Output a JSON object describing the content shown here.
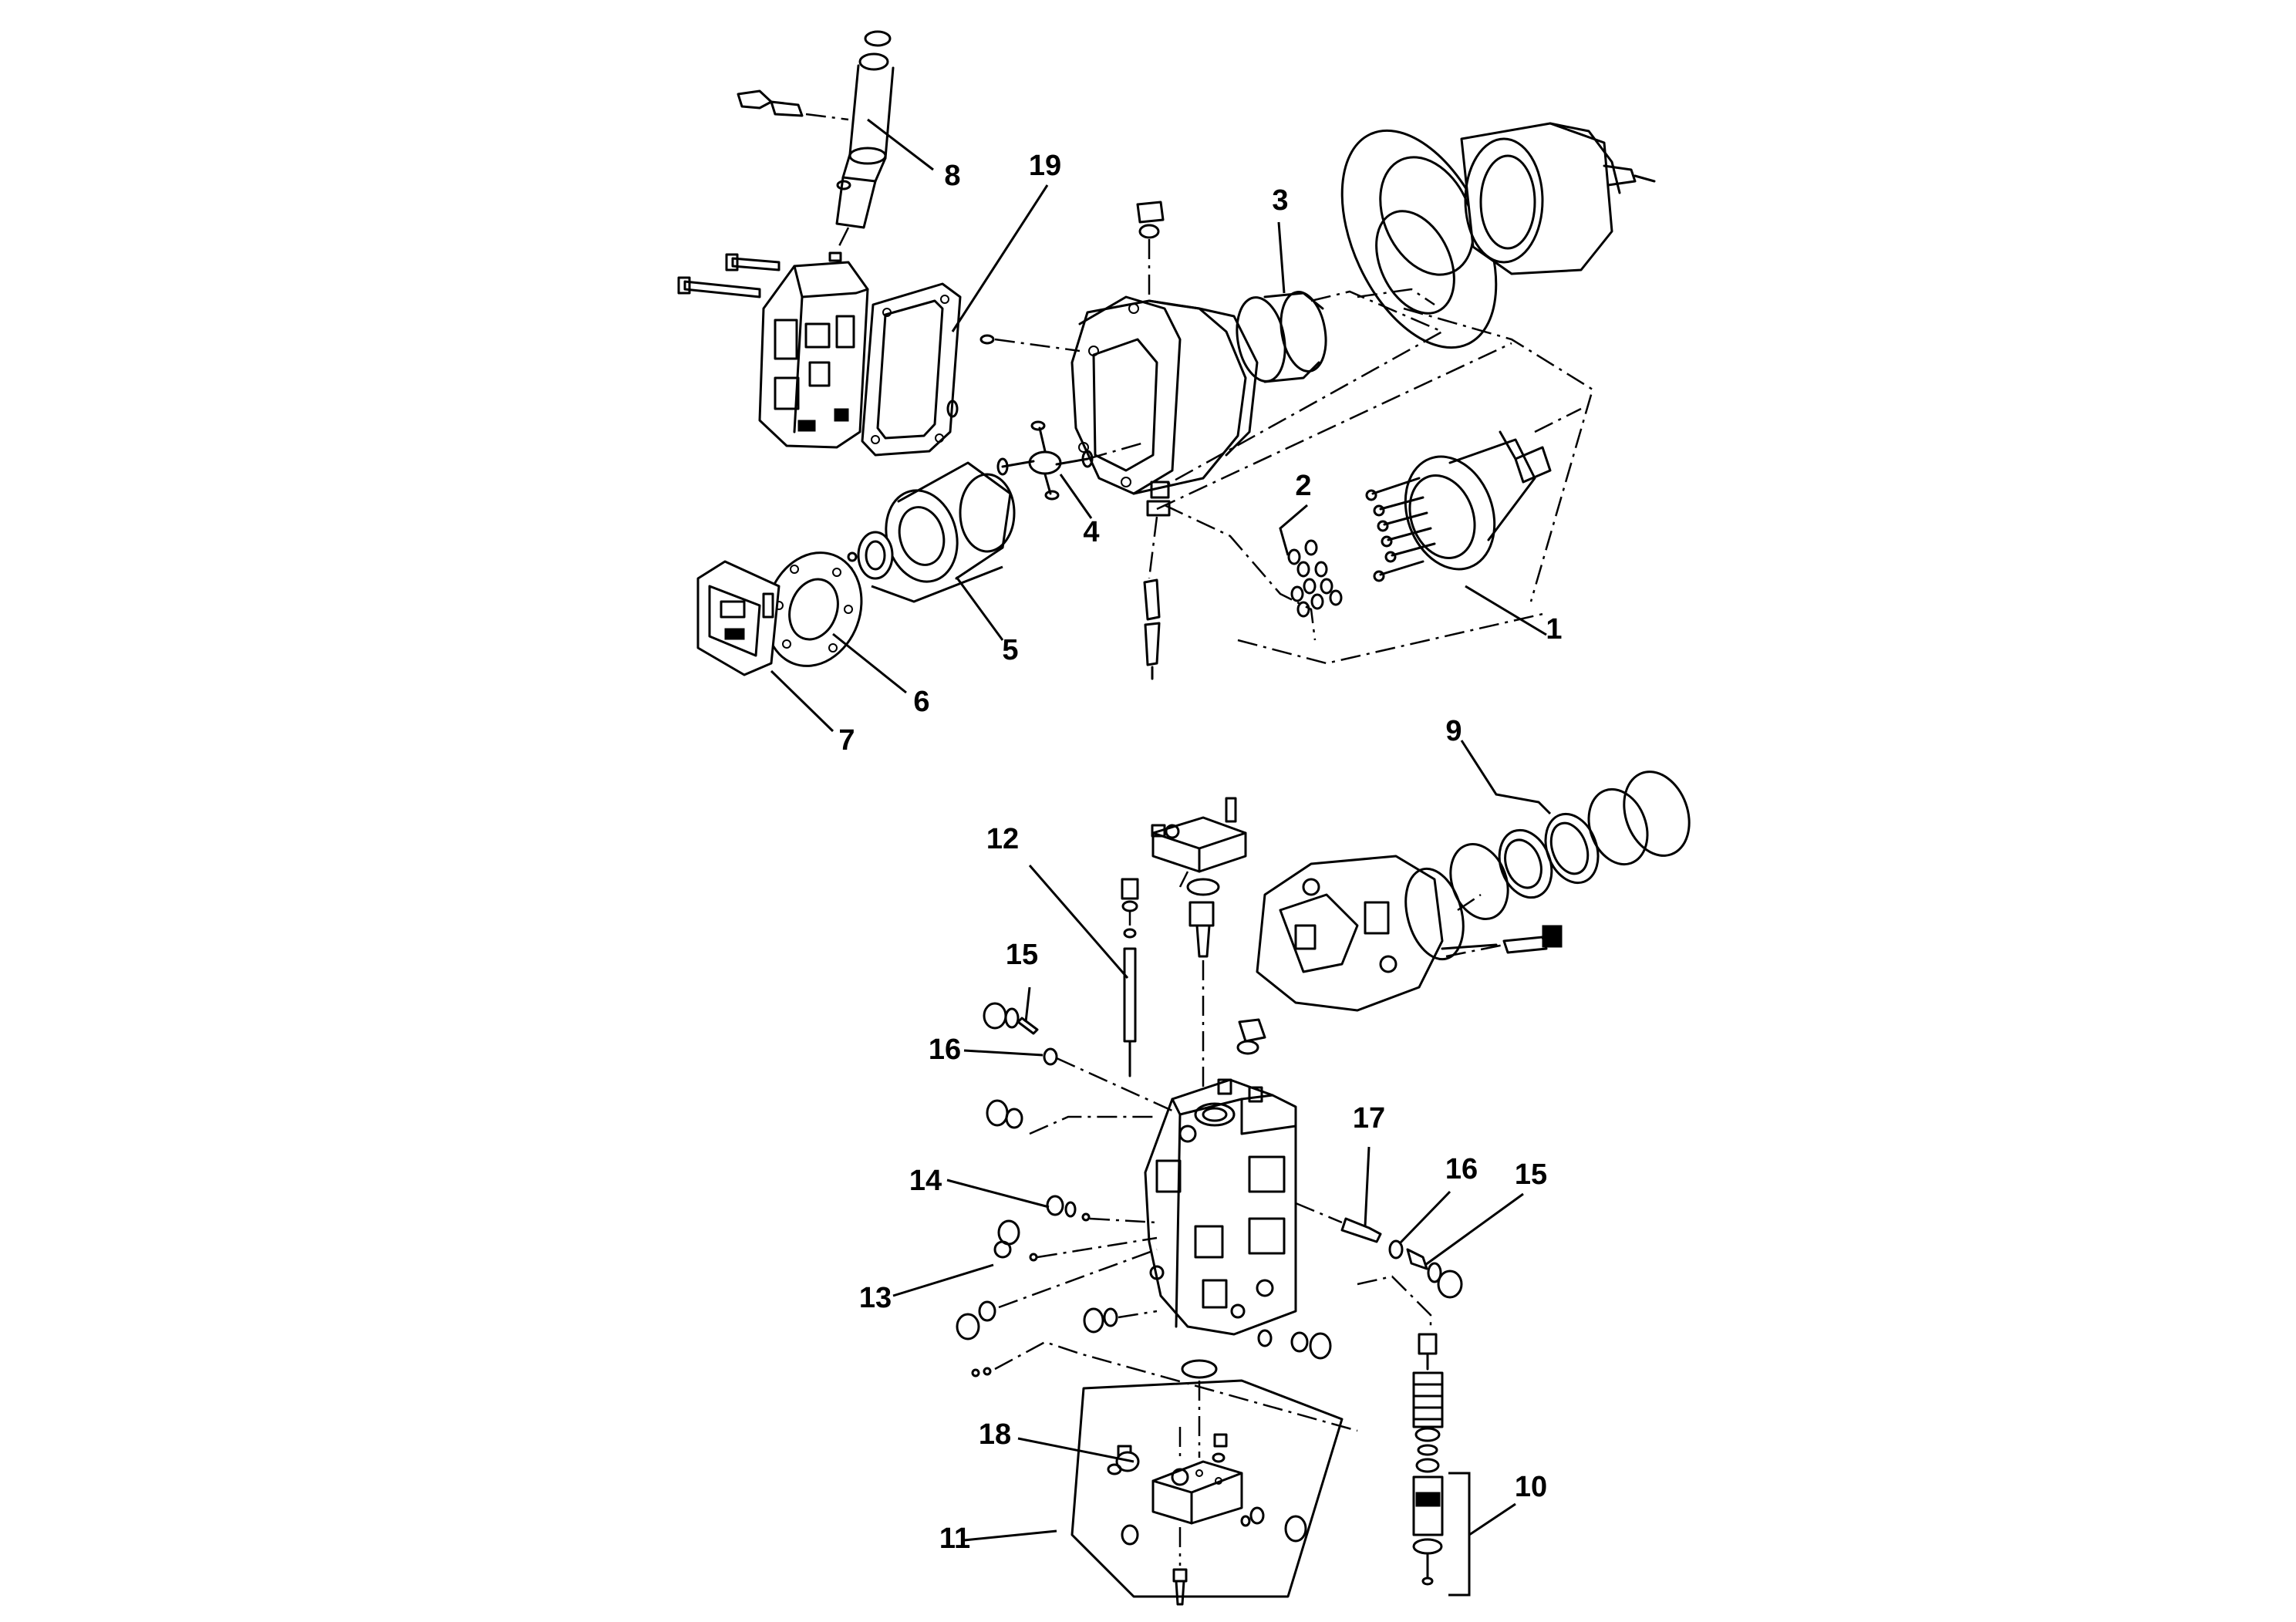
{
  "callouts": [
    {
      "id": "c1",
      "text": "1"
    },
    {
      "id": "c2",
      "text": "2"
    },
    {
      "id": "c3",
      "text": "3"
    },
    {
      "id": "c4",
      "text": "4"
    },
    {
      "id": "c5",
      "text": "5"
    },
    {
      "id": "c6",
      "text": "6"
    },
    {
      "id": "c7",
      "text": "7"
    },
    {
      "id": "c8",
      "text": "8"
    },
    {
      "id": "c9",
      "text": "9"
    },
    {
      "id": "c10",
      "text": "10"
    },
    {
      "id": "c11",
      "text": "11"
    },
    {
      "id": "c12",
      "text": "12"
    },
    {
      "id": "c13",
      "text": "13"
    },
    {
      "id": "c14",
      "text": "14"
    },
    {
      "id": "c15a",
      "text": "15"
    },
    {
      "id": "c15b",
      "text": "15"
    },
    {
      "id": "c16a",
      "text": "16"
    },
    {
      "id": "c16b",
      "text": "16"
    },
    {
      "id": "c17",
      "text": "17"
    },
    {
      "id": "c18",
      "text": "18"
    },
    {
      "id": "c19",
      "text": "19"
    }
  ]
}
